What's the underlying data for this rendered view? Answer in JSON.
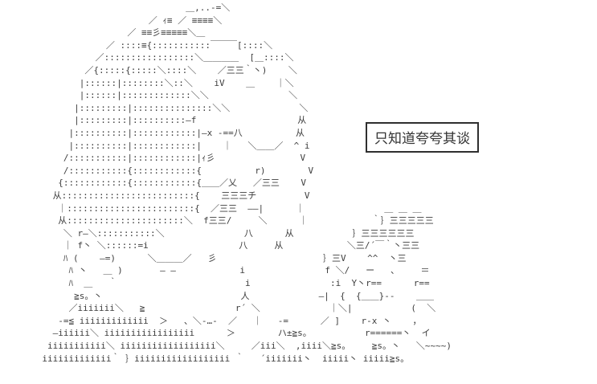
{
  "page": {
    "background_color": "#ffffff",
    "ink_color": "#3d3d3d",
    "description": "Monochrome 2ch-style ASCII art scene: large character head on the left, second character lower right, speech box upper right"
  },
  "speech_bubble": {
    "text": "只知道夸夸其谈",
    "border_color": "#2f2f2f"
  },
  "ascii_art": {
    "lines": [
      "                                  ＿,..-=＼",
      "                           ／ ｨ≡ ／ ≡≡≡≡＼",
      "                       ／ ≡≡彡≡≡≡≡≡＼＿",
      "                   ／ ::::≡{:::::::::::￣￣￣[::::＼",
      "                 ／:::::::::::::::::＼＿＿＿＿  [＿::::＼",
      "               ／{:::::{:::::＼::::＼    ／三三｀丶)    ＼",
      "              |::::::|::::::::＼::＼    iV    ＿    ｜＼",
      "              |::::::|:::::::::::::＼＼               ＼",
      "             |:::::::::|:::::::::::::::＼＼             ＼",
      "             |:::::::::|::::::::::—f                   从",
      "            |::::::::::|::::::::::::|—x -==八          从",
      "            |::::::::::|::::::::::::|    ｜   ＼＿＿／  ^ i",
      "           /:::::::::::|::::::::::::|ｨ彡                V",
      "           /:::::::::::{::::::::::::{          r)        V",
      "          {::::::::::::{::::::::::::{＿＿／乂   ／三三    V",
      "         从:::::::::::::::::::::::::{    三三三チ         V",
      "          ｜::::::::::::::::::::::::{  ／三三  ——|      ｜               ＿ ＿ ＿",
      "          从::::::::::::::::::::::＼  f三三/     ＼      ｜            ｀｝三三三三三",
      "           ＼ r—＼:::::::::::＼               八      从           ｝三三三三三三",
      "           ｜ f丶 ＼::::::=i                 八     从            ＼三/´￣｀丶三三",
      "           ﾊ (    —=)      ＼＿＿＿／   彡                    ｝三V    ^^  丶三",
      "            ﾊ 丶   ＿ )       — —            i               f ＼/   ー   、    ＝",
      "            ﾊ  ＿   ｀                        i               :i  Y丶r==      r==",
      "             ≧s。丶                          人             —|  {  {＿＿}--    ＿＿",
      "            ／iiiiiii＼   ≧                 r´ ＼             ｜＼|           (  ＼",
      "          -=≦ iiiiiiiiiiiii  ＞   、＼-…-  ／   ｜   -=      ／ ]    r-x 丶    ，",
      "         —iiiiii＼ iiiiiiiiiiiiiiiii      ＞        ハ±≧s。          r======丶  イ",
      "        iiiiiiiiiii＼ iiiiiiiiiiiiiiiiii＼     ／iii＼  ,iiii＼≧s。    ≧s。丶   ＼~~~~)",
      "       iiiiiiiiiiiii｀ ｝iiiiiiiiiiiiiiiiii ｀   ´iiiiiii丶  iiiii丶 iiiii≧s。"
    ]
  }
}
